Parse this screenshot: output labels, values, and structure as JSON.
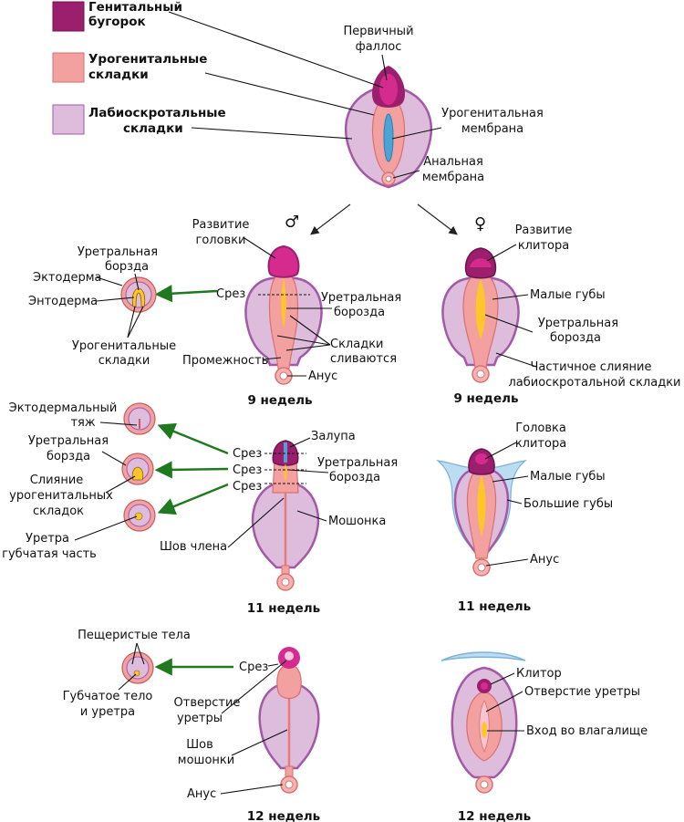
{
  "colors": {
    "genital_tubercle": "#9c1f6e",
    "urogenital_folds": "#f2a0a0",
    "labioscrotal_folds": "#ddbcdc",
    "labioscrotal_stroke": "#a35aa6",
    "glans": "#d62b8e",
    "membrane": "#4ba3d6",
    "groove": "#ffc62a",
    "arrow_green": "#1f7a1f",
    "labia_majora": "#bcdcf1"
  },
  "legend": {
    "items": [
      {
        "lines": [
          "Генитальный",
          "бугорок"
        ],
        "color": "#9c1f6e"
      },
      {
        "lines": [
          "Урогенитальные",
          "складки"
        ],
        "color": "#f2a0a0"
      },
      {
        "lines": [
          "Лабиоскротальные",
          "складки"
        ],
        "color": "#ddbcdc"
      }
    ]
  },
  "top": {
    "labels": {
      "primary_phallus": [
        "Первичный",
        "фаллос"
      ],
      "urogenital_membrane": [
        "Урогенитальная",
        "мембрана"
      ],
      "anal_membrane": [
        "Анальная",
        "мембрана"
      ]
    }
  },
  "symbols": {
    "male": "♂",
    "female": "♀"
  },
  "male9": {
    "stage": "9 недель",
    "labels": {
      "glans_dev": [
        "Развитие",
        "головки"
      ],
      "cut": "Срез",
      "urethral_groove": [
        "Уретральная",
        "борозда"
      ],
      "folds_fuse": [
        "Складки",
        "сливаются"
      ],
      "perineum": "Промежность",
      "anus": "Анус"
    },
    "section": {
      "urethral_groove": [
        "Уретральная",
        "борзда"
      ],
      "ectoderm": "Эктодерма",
      "endoderm": "Энтодерма",
      "urogenital_folds": [
        "Урогенитальные",
        "складки"
      ]
    }
  },
  "female9": {
    "stage": "9 недель",
    "labels": {
      "clitoris_dev": [
        "Развитие",
        "клитора"
      ],
      "labia_minora": "Малые губы",
      "urethral_groove": [
        "Уретральная",
        "борозда"
      ],
      "partial_fusion": [
        "Частичное слияние",
        "лабиоскротальной складки"
      ]
    }
  },
  "male11": {
    "stage": "11 недель",
    "labels": {
      "glans": "Залупа",
      "cut1": "Срез",
      "cut2": "Срез",
      "cut3": "Срез",
      "urethral_groove": [
        "Уретральная",
        "борозда"
      ],
      "scrotum": "Мошонка",
      "raphe": "Шов члена"
    },
    "section": {
      "ectodermal_cord": [
        "Эктодермальный",
        "тяж"
      ],
      "urethral_groove": [
        "Уретральная",
        "борзда"
      ],
      "fusion": [
        "Слияние",
        "урогенитальных",
        "складок"
      ],
      "spongy_urethra": [
        "Уретра",
        "губчатая часть"
      ]
    }
  },
  "female11": {
    "stage": "11 недель",
    "labels": {
      "clitoris_glans": [
        "Головка",
        "клитора"
      ],
      "labia_minora": "Малые губы",
      "labia_majora": "Большие губы",
      "anus": "Анус"
    }
  },
  "male12": {
    "stage": "12 недель",
    "labels": {
      "cut": "Срез",
      "urethral_opening": [
        "Отверстие",
        "уретры"
      ],
      "scrotal_raphe": [
        "Шов",
        "мошонки"
      ],
      "anus": "Анус"
    },
    "section": {
      "cavernous": "Пещеристые тела",
      "spongy": [
        "Губчатое тело",
        "и уретра"
      ]
    }
  },
  "female12": {
    "stage": "12 недель",
    "labels": {
      "clitoris": "Клитор",
      "urethral_opening": "Отверстие уретры",
      "vaginal_entrance": "Вход во влагалище"
    }
  }
}
